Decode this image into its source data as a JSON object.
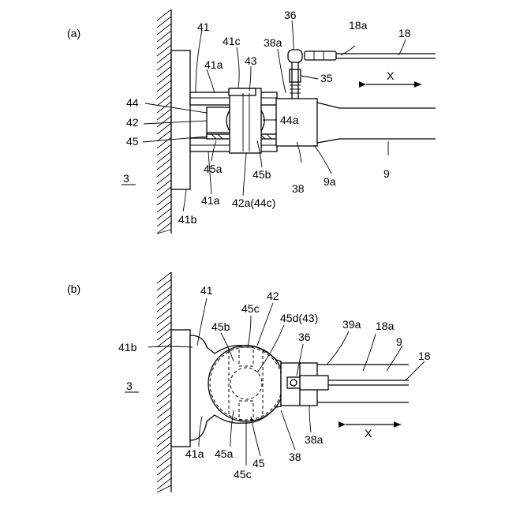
{
  "panel_a": {
    "tag": "(a)",
    "labels": {
      "l36": "36",
      "l18a": "18a",
      "l18": "18",
      "l41": "41",
      "l41c": "41c",
      "l38a": "38a",
      "l43": "43",
      "l41a_top": "41a",
      "l35": "35",
      "lX": "X",
      "l44": "44",
      "l44a": "44a",
      "l42": "42",
      "l45": "45",
      "l3": "3",
      "l45a": "45a",
      "l45b": "45b",
      "l38": "38",
      "l9a": "9a",
      "l9": "9",
      "l41a_bot": "41a",
      "l42a": "42a(44c)",
      "l41b": "41b"
    }
  },
  "panel_b": {
    "tag": "(b)",
    "labels": {
      "l41": "41",
      "l45c_top": "45c",
      "l42": "42",
      "l45b": "45b",
      "l45d": "45d(43)",
      "l39a": "39a",
      "l18a": "18a",
      "l41b": "41b",
      "l36": "36",
      "l9": "9",
      "l18": "18",
      "l3": "3",
      "lX": "X",
      "l41a": "41a",
      "l45a": "45a",
      "l45": "45",
      "l38": "38",
      "l38a": "38a",
      "l45c_bot": "45c"
    }
  }
}
